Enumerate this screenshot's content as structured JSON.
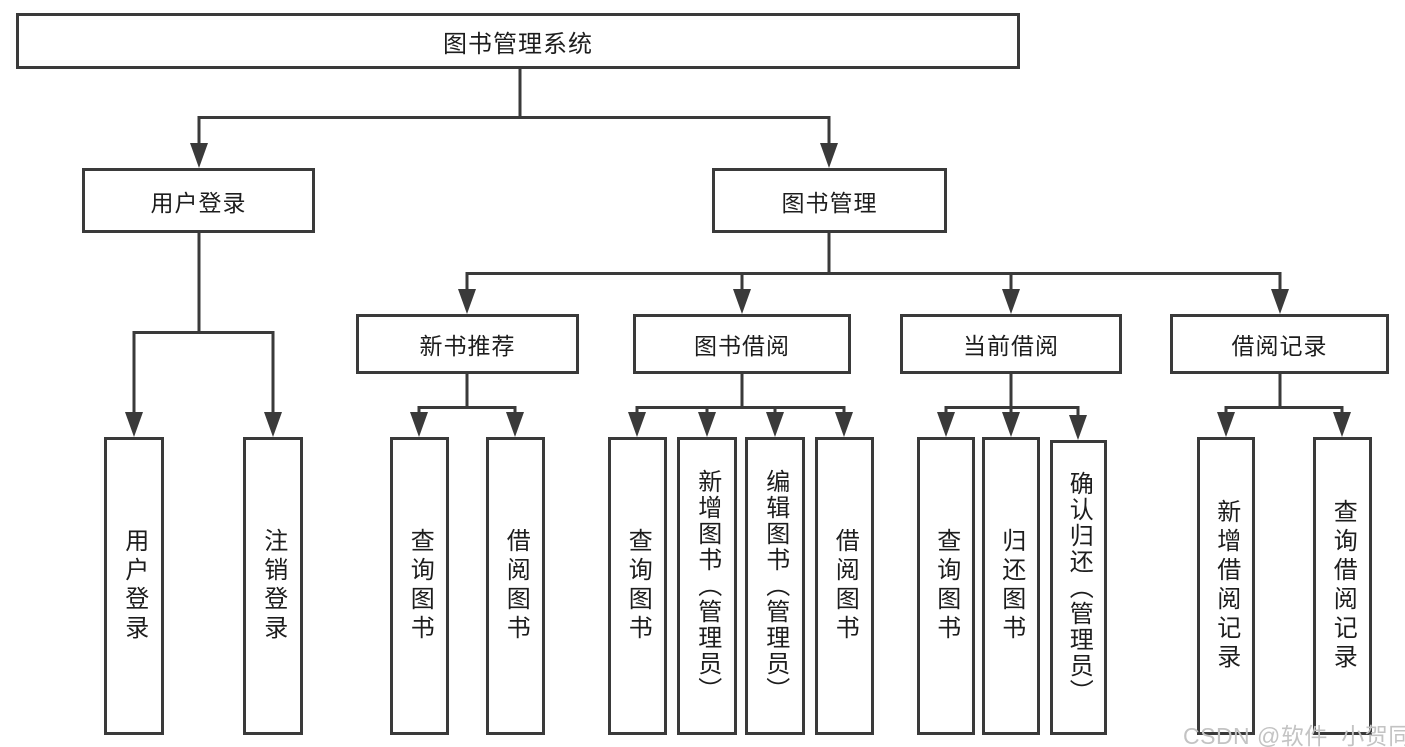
{
  "diagram": {
    "title_node": "图书管理系统",
    "level2": [
      {
        "label": "用户登录"
      },
      {
        "label": "图书管理"
      }
    ],
    "level3": [
      {
        "label": "新书推荐"
      },
      {
        "label": "图书借阅"
      },
      {
        "label": "当前借阅"
      },
      {
        "label": "借阅记录"
      }
    ],
    "leaves": [
      {
        "label": "用户登录"
      },
      {
        "label": "注销登录"
      },
      {
        "label": "查询图书"
      },
      {
        "label": "借阅图书"
      },
      {
        "label": "查询图书"
      },
      {
        "label": "新增图书（管理员）"
      },
      {
        "label": "编辑图书（管理员）"
      },
      {
        "label": "借阅图书"
      },
      {
        "label": "查询图书"
      },
      {
        "label": "归还图书"
      },
      {
        "label": "确认归还（管理员）"
      },
      {
        "label": "新增借阅记录"
      },
      {
        "label": "查询借阅记录"
      }
    ]
  },
  "watermark": {
    "text": "CSDN @软件_小贺同学"
  },
  "colors": {
    "line": "#3a3a3a",
    "box_border": "#3a3a3a",
    "text": "#1d1d1d",
    "watermark": "#c3c3c3",
    "background": "#ffffff"
  }
}
